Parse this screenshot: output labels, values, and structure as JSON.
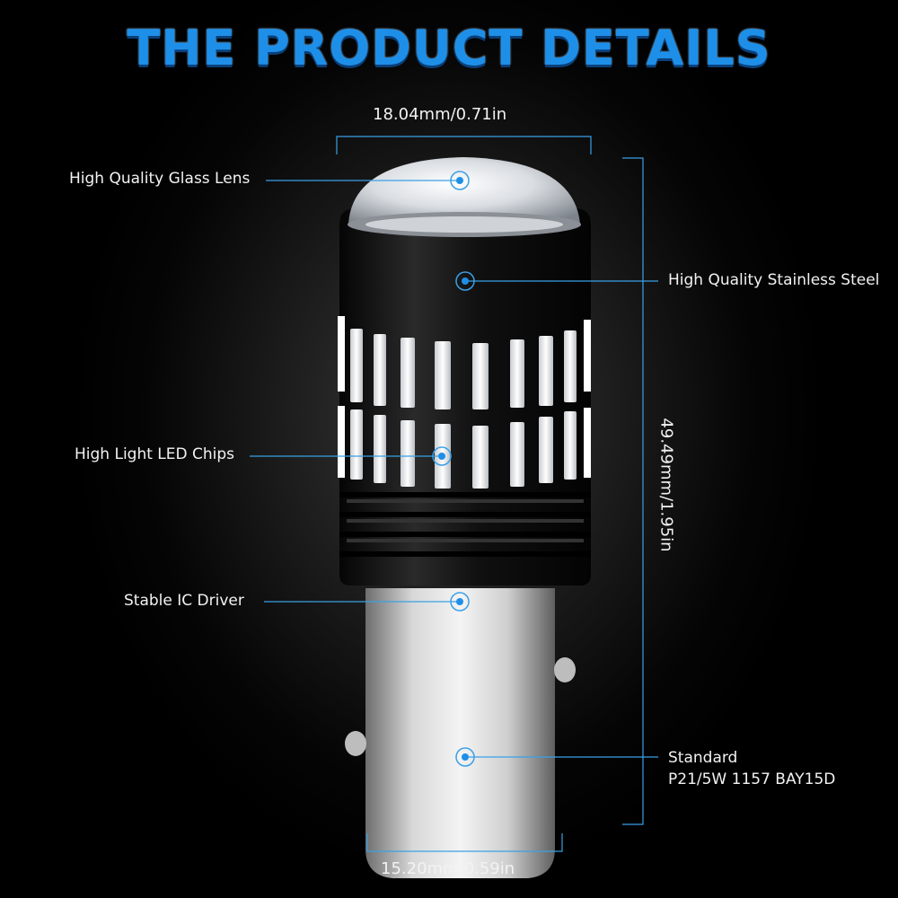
{
  "title": "THE PRODUCT DETAILS",
  "dimensions": {
    "top_width": "18.04mm/0.71in",
    "height": "49.49mm/1.95in",
    "bottom_width": "15.20mm/0.59in"
  },
  "callouts": {
    "glass_lens": "High Quality Glass Lens",
    "stainless_steel": "High Quality Stainless Steel",
    "led_chips": "High Light LED Chips",
    "ic_driver": "Stable IC Driver",
    "standard_line1": "Standard",
    "standard_line2": "P21/5W 1157 BAY15D"
  },
  "colors": {
    "accent": "#1e8fe8",
    "line": "#3aa0e6"
  }
}
